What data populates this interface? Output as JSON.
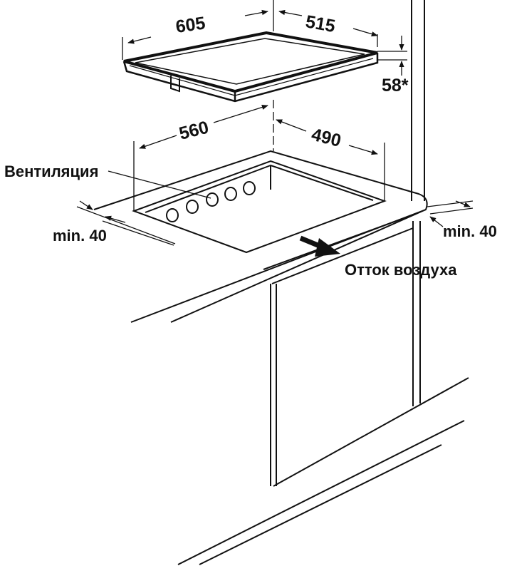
{
  "diagram": {
    "hob_width": "605",
    "hob_depth": "515",
    "hob_height": "58*",
    "cutout_width": "560",
    "cutout_depth": "490",
    "clearance_left": "min. 40",
    "clearance_right": "min. 40",
    "ventilation_label": "Вентиляция",
    "airflow_label": "Отток воздуха"
  },
  "colors": {
    "line": "#111111",
    "background": "#ffffff"
  }
}
